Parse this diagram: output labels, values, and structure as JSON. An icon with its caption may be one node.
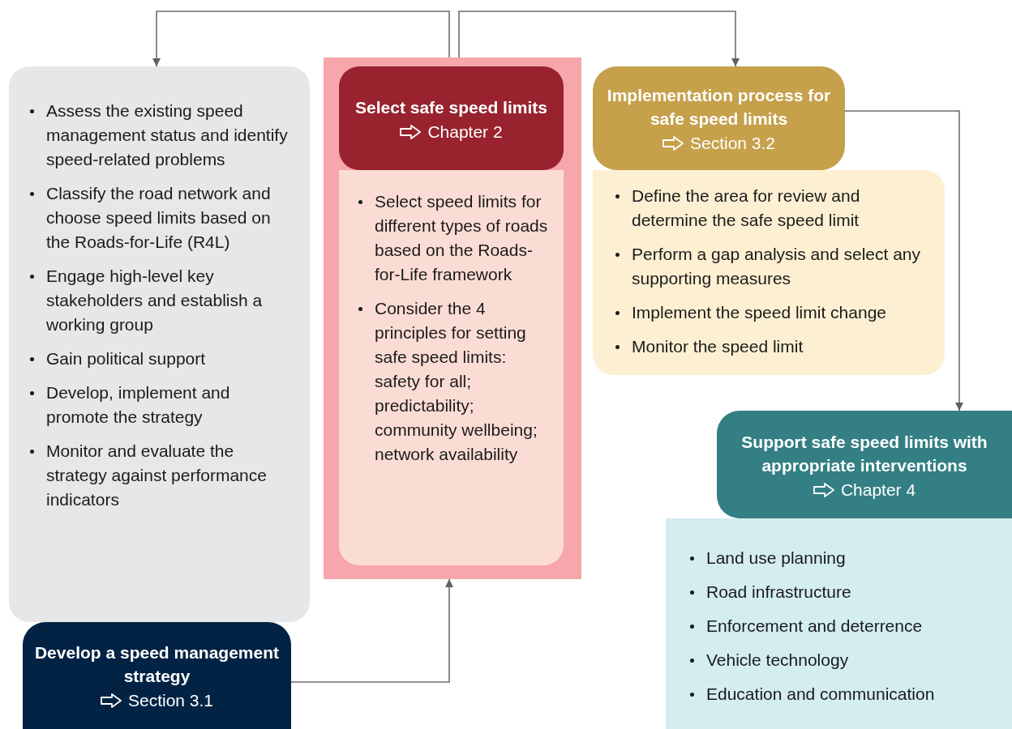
{
  "diagram": {
    "nodes": [
      {
        "text": [
          "Assess the existing speed management status and identify speed-related problems",
          "Classify the road network and choose speed limits based on the Roads-for-Life (R4L)",
          "Engage high-level key stakeholders and establish a working group",
          "Gain political support",
          "Develop, implement and promote the strategy",
          "Monitor and evaluate the strategy against performance indicators"
        ]
      },
      {
        "text": [
          "Develop a speed management strategy",
          "Section 3.1"
        ]
      },
      {
        "text": [],
        "shape": "box"
      },
      {
        "text": [
          "Select safe speed limits",
          "Chapter 2"
        ],
        "in": 2
      },
      {
        "text": [
          "Select speed limits for different types of roads based on the Roads-for-Life framework",
          "Consider the 4 principles for setting safe speed limits: safety for all; predictability; community wellbeing; network availability"
        ],
        "in": 2
      },
      {
        "text": [
          "Implementation process for safe speed limits",
          "Section 3.2"
        ]
      },
      {
        "text": [
          "Define the area for review and determine the safe speed limit",
          "Perform a gap analysis and select any supporting measures",
          "Implement the speed limit change",
          "Monitor the speed limit"
        ]
      },
      {
        "text": [
          "Support safe speed limits with appropriate interventions",
          "Chapter 4"
        ]
      },
      {
        "text": [
          "Land use planning",
          "Road infrastructure",
          "Enforcement and deterrence",
          "Vehicle technology",
          "Education and communication"
        ]
      }
    ],
    "edges": [
      {
        "from": 2,
        "to": 0,
        "arrow": "to"
      },
      {
        "from": 2,
        "to": 5,
        "arrow": "to"
      },
      {
        "from": 1,
        "to": 2,
        "arrow": "to"
      },
      {
        "from": 5,
        "to": 7,
        "arrow": "to"
      }
    ]
  }
}
